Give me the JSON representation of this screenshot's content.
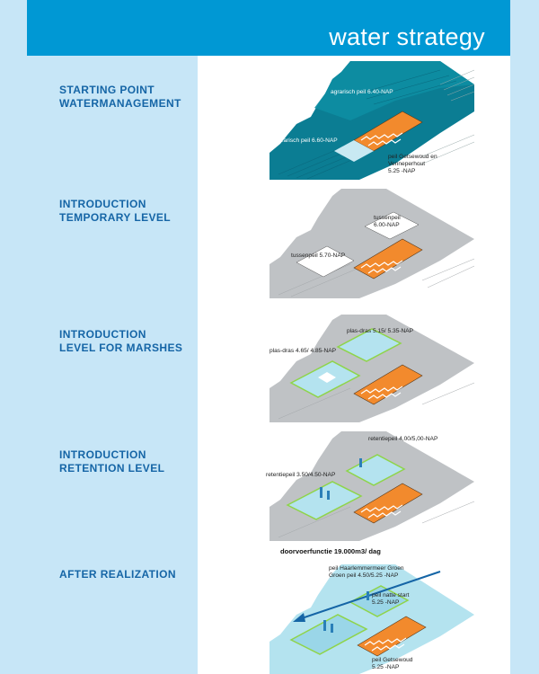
{
  "header": {
    "title": "water strategy"
  },
  "colors": {
    "header_blue": "#0098d4",
    "sidebar_blue": "#c7e6f7",
    "label_blue": "#1565a6",
    "land_gray": "#bfc2c5",
    "deep_water": "#0b7d93",
    "light_water": "#b4e3ef",
    "orange_district": "#f28a2d",
    "green_edge": "#8fd44a"
  },
  "steps": [
    {
      "line1": "STARTING POINT",
      "line2": "WATERMANAGEMENT",
      "labels": {
        "a": "agrarisch peil 6.40-NAP",
        "b": "agrarisch peil 6.60-NAP",
        "c1": "peil Getsewoud en",
        "c2": "Venneperhout",
        "c3": "5.25 -NAP"
      }
    },
    {
      "line1": "INTRODUCTION",
      "line2": "TEMPORARY LEVEL",
      "labels": {
        "a1": "tussenpeil",
        "a2": "6.00-NAP",
        "b": "tussenpeil 5.70-NAP"
      }
    },
    {
      "line1": "INTRODUCTION",
      "line2": "LEVEL FOR MARSHES",
      "labels": {
        "a": "plas-dras 5.15/ 5.35-NAP",
        "b": "plas-dras 4.65/ 4.85-NAP"
      }
    },
    {
      "line1": "INTRODUCTION",
      "line2": "RETENTION LEVEL",
      "labels": {
        "a": "retentiepeil 4,00/5,00-NAP",
        "b": "retentiepeil 3.50/4.50-NAP"
      }
    },
    {
      "line1": "AFTER REALIZATION",
      "line2": "",
      "labels": {
        "flow": "doorvoerfunctie 19.000m3/ dag",
        "a1": "peil Haarlemmermeer Groen",
        "a2": "Groen peil 4.50/5.25 -NAP",
        "b1": "peil natte start",
        "b2": "5.25 -NAP",
        "c1": "peil Getsewoud",
        "c2": "5.25 -NAP"
      }
    }
  ]
}
